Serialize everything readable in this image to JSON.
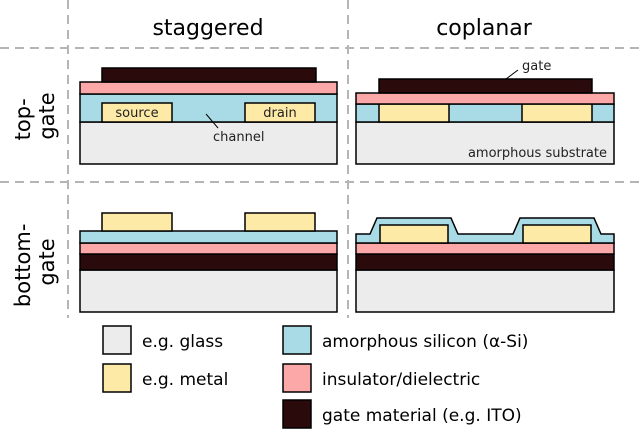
{
  "columns": {
    "staggered": "staggered",
    "coplanar": "coplanar"
  },
  "rows": {
    "top_gate": [
      "top-",
      "gate"
    ],
    "bottom_gate": [
      "bottom-",
      "gate"
    ]
  },
  "labels": {
    "source": "source",
    "drain": "drain",
    "channel": "channel",
    "gate": "gate",
    "substrate": "amorphous substrate"
  },
  "legend": {
    "glass": "e.g. glass",
    "metal": "e.g. metal",
    "silicon": "amorphous silicon (α-Si)",
    "insulator": "insulator/dielectric",
    "gate_material": "gate material (e.g. ITO)"
  },
  "colors": {
    "glass": "#ececec",
    "metal": "#fceaa6",
    "silicon": "#a8dbe6",
    "insulator": "#fda8a8",
    "gate_material": "#2a0a0a",
    "grid": "#b5b5b5"
  }
}
